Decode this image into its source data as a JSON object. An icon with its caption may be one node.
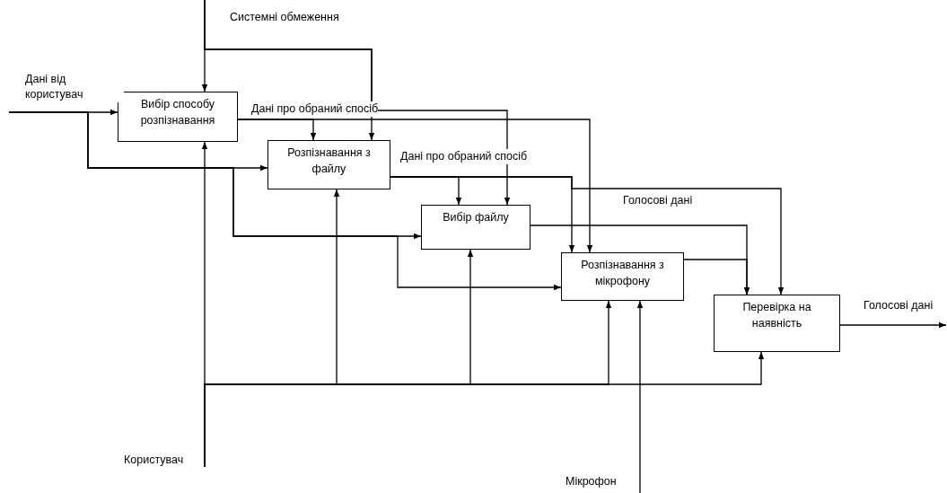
{
  "diagram": {
    "nodes": [
      {
        "text": [
          "Вибір способу розпізнавання"
        ]
      },
      {
        "text": [
          "Розпізнавання з файлу"
        ]
      },
      {
        "text": [
          "Вибір файлу"
        ]
      },
      {
        "text": [
          "Розпізнавання з мікрофону"
        ]
      },
      {
        "text": [
          "Перевірка на наявність"
        ]
      }
    ],
    "edges": [
      {
        "from": null,
        "to": 0,
        "arrow": "to",
        "label": "Дані від користувач"
      },
      {
        "from": null,
        "to": 1,
        "arrow": "to"
      },
      {
        "from": null,
        "to": 2,
        "arrow": "to"
      },
      {
        "from": null,
        "to": 3,
        "arrow": "to"
      },
      {
        "from": null,
        "to": 0,
        "arrow": "to",
        "label": "Системні обмеження"
      },
      {
        "from": null,
        "to": 1,
        "arrow": "to"
      },
      {
        "from": null,
        "to": 2,
        "arrow": "to"
      },
      {
        "from": 0,
        "to": 1,
        "arrow": "to",
        "label": "Дані про обраний спосіб"
      },
      {
        "from": 0,
        "to": 3,
        "arrow": "to"
      },
      {
        "from": 1,
        "to": 2,
        "arrow": "to",
        "label": "Дані про обраний спосіб"
      },
      {
        "from": 1,
        "to": 3,
        "arrow": "to"
      },
      {
        "from": 1,
        "to": 4,
        "arrow": "to",
        "label": "Голосові дані"
      },
      {
        "from": 2,
        "to": 4,
        "arrow": "to"
      },
      {
        "from": 3,
        "to": 4,
        "arrow": "to"
      },
      {
        "from": 4,
        "to": null,
        "arrow": "to",
        "label": "Голосові дані"
      },
      {
        "from": null,
        "to": 0,
        "arrow": "to",
        "label": "Користувач"
      },
      {
        "from": null,
        "to": 1,
        "arrow": "to"
      },
      {
        "from": null,
        "to": 2,
        "arrow": "to"
      },
      {
        "from": null,
        "to": 3,
        "arrow": "to"
      },
      {
        "from": null,
        "to": 4,
        "arrow": "to"
      },
      {
        "from": null,
        "to": 3,
        "arrow": "to",
        "label": "Мікрофон"
      }
    ]
  }
}
